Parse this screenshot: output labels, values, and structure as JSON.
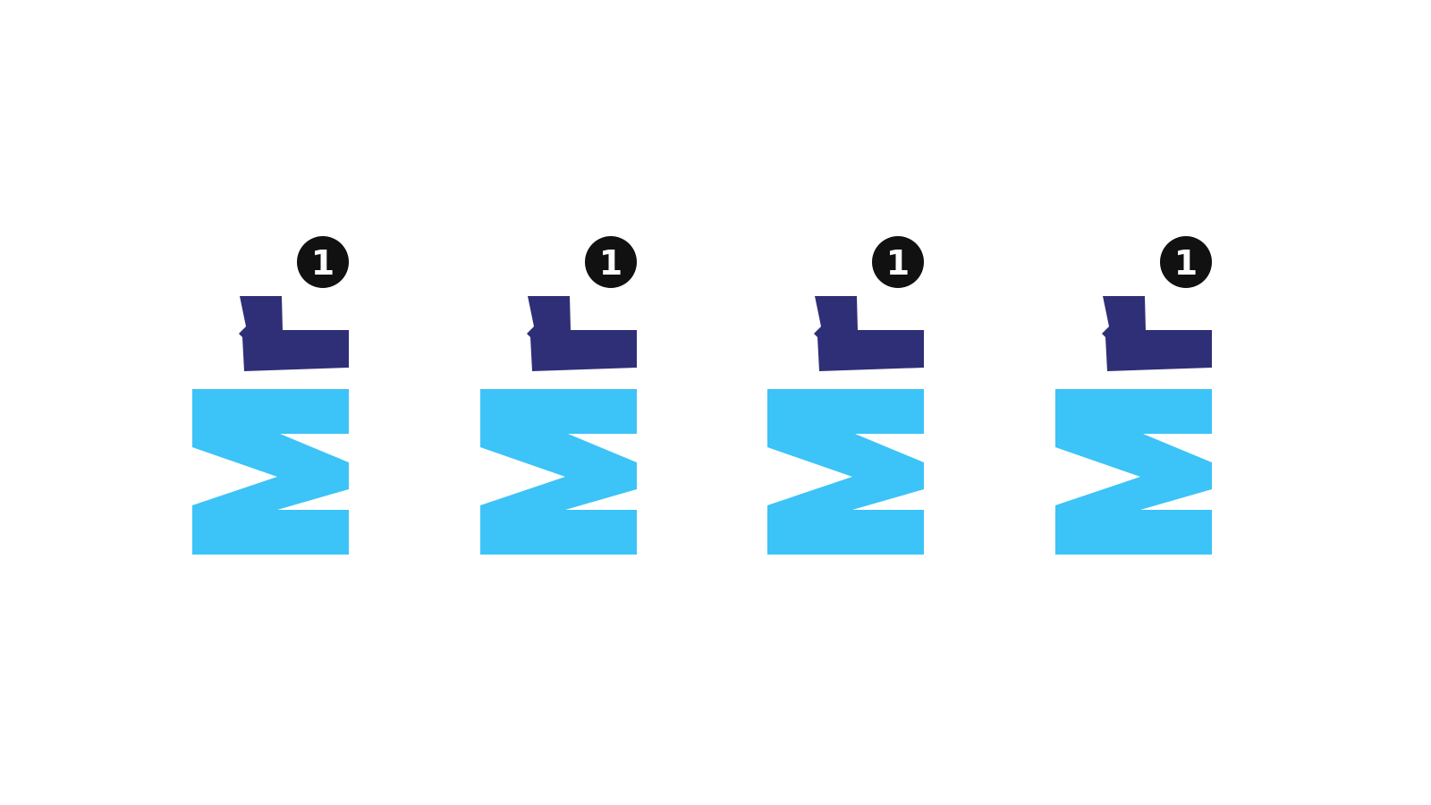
{
  "logos": [
    {
      "wordmark": "Mr",
      "badge": "1"
    },
    {
      "wordmark": "Mr",
      "badge": "1"
    },
    {
      "wordmark": "Mr",
      "badge": "1"
    },
    {
      "wordmark": "Mr",
      "badge": "1"
    }
  ],
  "colors": {
    "m_color": "#3cc3f7",
    "r_color": "#2f2f78",
    "badge_color": "#111111",
    "badge_text_color": "#ffffff",
    "background": "#ffffff"
  }
}
